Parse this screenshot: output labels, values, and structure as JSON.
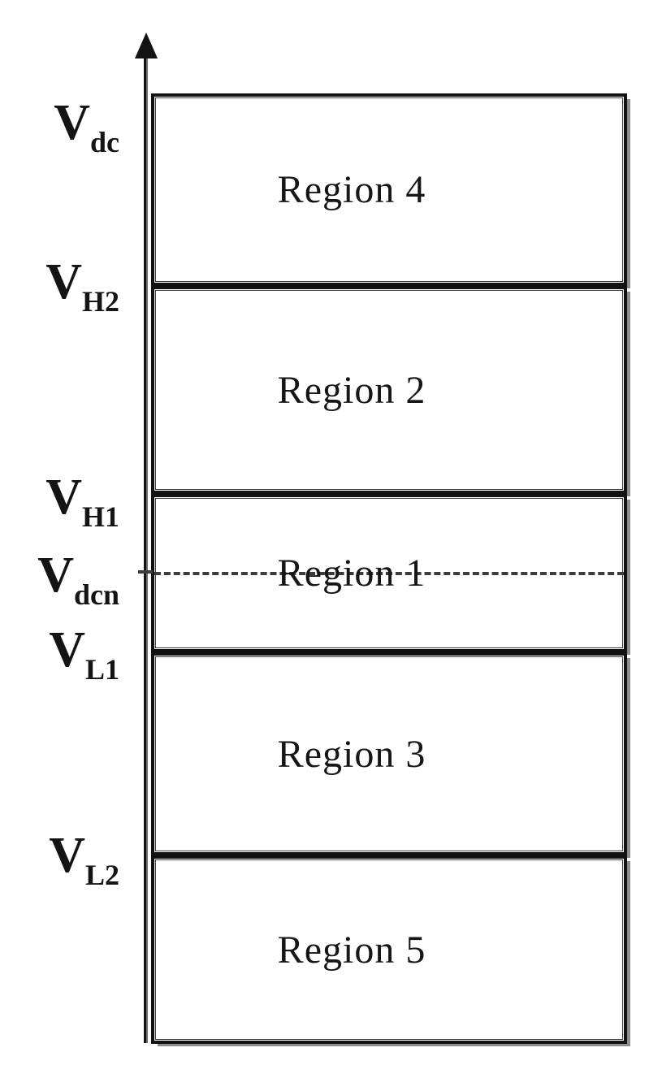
{
  "figure": {
    "description": "Five-region DC voltage diagram",
    "axis_labels": [
      {
        "id": "vdc",
        "main": "V",
        "sub": "dc"
      },
      {
        "id": "vh2",
        "main": "V",
        "sub": "H2"
      },
      {
        "id": "vh1",
        "main": "V",
        "sub": "H1"
      },
      {
        "id": "vdcn",
        "main": "V",
        "sub": "dcn"
      },
      {
        "id": "vl1",
        "main": "V",
        "sub": "L1"
      },
      {
        "id": "vl2",
        "main": "V",
        "sub": "L2"
      }
    ],
    "regions": [
      {
        "label": "Region 4"
      },
      {
        "label": "Region 2"
      },
      {
        "label": "Region 1"
      },
      {
        "label": "Region 3"
      },
      {
        "label": "Region 5"
      }
    ],
    "colors": {
      "line": "#121212",
      "shadow": "#8d8d8d",
      "dashed_line": "#3c3c3c",
      "background": "#ffffff"
    }
  }
}
